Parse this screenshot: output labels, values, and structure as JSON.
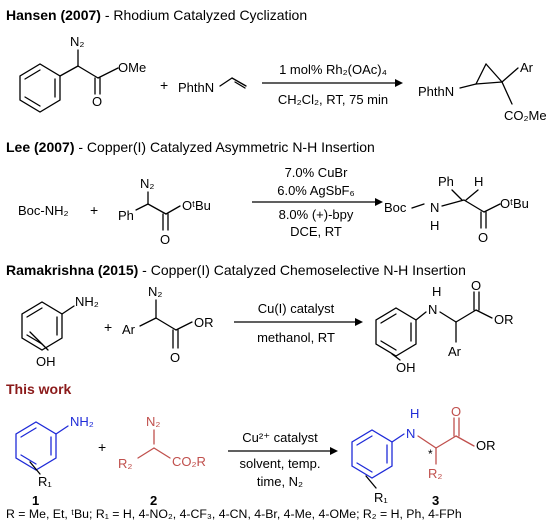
{
  "sections": [
    {
      "head_author": "Hansen (2007)",
      "head_rest": " - Rhodium Catalyzed Cyclization",
      "diazo_label": "N₂",
      "ester_label": "OMe",
      "plus": "+",
      "amine_reagent": "PhthN",
      "cond_above": "1 mol% Rh₂(OAc)₄",
      "cond_below": "CH₂Cl₂, RT, 75 min",
      "prod_n": "PhthN",
      "prod_ar": "Ar",
      "prod_ester": "CO₂Me"
    },
    {
      "head_author": "Lee (2007)",
      "head_rest": " - Copper(I) Catalyzed Asymmetric N-H Insertion",
      "reagent1": "Boc-NH₂",
      "plus": "+",
      "diazo_label": "N₂",
      "ph_label": "Ph",
      "ester_label": "OᵗBu",
      "cond_above1": "7.0% CuBr",
      "cond_above2": "6.0% AgSbF₆",
      "cond_below1": "8.0% (+)-bpy",
      "cond_below2": "DCE, RT",
      "prod_ph": "Ph",
      "prod_h": "H",
      "prod_boc": "Boc",
      "prod_n": "N",
      "prod_nh": "H",
      "prod_ester": "OᵗBu",
      "prod_o": "O"
    },
    {
      "head_author": "Ramakrishna (2015)",
      "head_rest": " - Copper(I) Catalyzed Chemoselective N-H Insertion",
      "nh2": "NH₂",
      "oh": "OH",
      "plus": "+",
      "diazo_label": "N₂",
      "ar_label": "Ar",
      "ester_label": "OR",
      "cond_above": "Cu(I) catalyst",
      "cond_below": "methanol, RT",
      "prod_h": "H",
      "prod_n": "N",
      "prod_ester": "OR",
      "prod_ar": "Ar",
      "prod_oh": "OH"
    },
    {
      "head": "This work",
      "nh2": "NH₂",
      "r1": "R₁",
      "label1": "1",
      "plus": "+",
      "diazo_label": "N₂",
      "r2": "R₂",
      "co2r": "CO₂R",
      "label2": "2",
      "cond_above": "Cu²⁺ catalyst",
      "cond_below1": "solvent, temp.",
      "cond_below2": "time, N₂",
      "prod_h": "H",
      "prod_n": "N",
      "prod_o": "O",
      "prod_ester": "OR",
      "prod_star": "*",
      "prod_r2": "R₂",
      "prod_r1": "R₁",
      "label3": "3"
    }
  ],
  "footer": "R = Me, Et, ᵗBu; R₁ = H, 4-NO₂, 4-CF₃, 4-CN, 4-Br, 4-Me, 4-OMe; R₂ = H, Ph, 4-FPh",
  "colors": {
    "blue": "#1f2bd8",
    "red": "#c0504d",
    "heading_red": "#8b1a1a",
    "text": "#000000"
  }
}
